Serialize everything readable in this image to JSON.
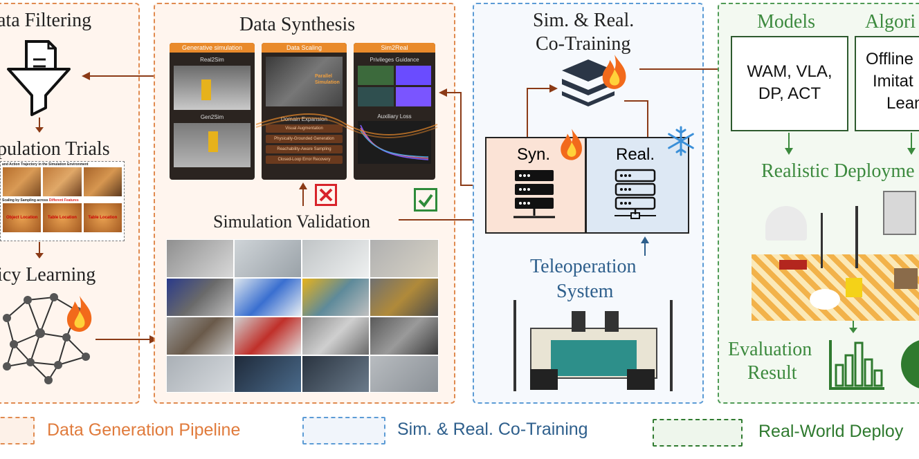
{
  "left": {
    "filtering_title": "ata Filtering",
    "trials_title": "pulation Trials",
    "trials_caption1": "and Action Trajectory in the Simulation Environment",
    "trials_caption2": "Scaling by Sampling across",
    "trials_caption2_red": "Different Features",
    "trials_tags": [
      "Object Location",
      "Table Location",
      "Table Location"
    ],
    "policy_title": "icy Learning"
  },
  "synthesis": {
    "title": "Data Synthesis",
    "cards": [
      {
        "header": "Generative simulation",
        "sub1": "Real2Sim",
        "sub2": "Gen2Sim"
      },
      {
        "header": "Data Scaling",
        "overlay": "Parallel Simulation",
        "sub2": "Domain Expansion",
        "chips": [
          "Visual Augmentation",
          "Physically-Grounded Generation",
          "Reachability-Aware Sampling",
          "Closed-Loop Error Recovery"
        ]
      },
      {
        "header": "Sim2Real",
        "sub1": "Privileges Guidance",
        "sub2": "Auxiliary Loss"
      }
    ],
    "validation": "Simulation Validation"
  },
  "cotrain": {
    "title_line1": "Sim. & Real.",
    "title_line2": "Co-Training",
    "syn": "Syn.",
    "real": "Real.",
    "teleop_line1": "Teleoperation",
    "teleop_line2": "System"
  },
  "deploy": {
    "models_title": "Models",
    "algo_title": "Algori",
    "models_text": [
      "WAM, VLA,",
      "DP, ACT"
    ],
    "algo_text": [
      "Offline",
      "Imitat",
      "Lean"
    ],
    "realistic": "Realistic Deployme",
    "eval_line1": "Evaluation",
    "eval_line2": "Result"
  },
  "legend": {
    "pipeline": "Data Generation Pipeline",
    "cotrain": "Sim. & Real. Co-Training",
    "deploy": "Real-World Deploy"
  },
  "colors": {
    "orange": "#e08a4f",
    "blue": "#5b9bd5",
    "green": "#4f9a55",
    "arrow": "#8b3a16"
  }
}
